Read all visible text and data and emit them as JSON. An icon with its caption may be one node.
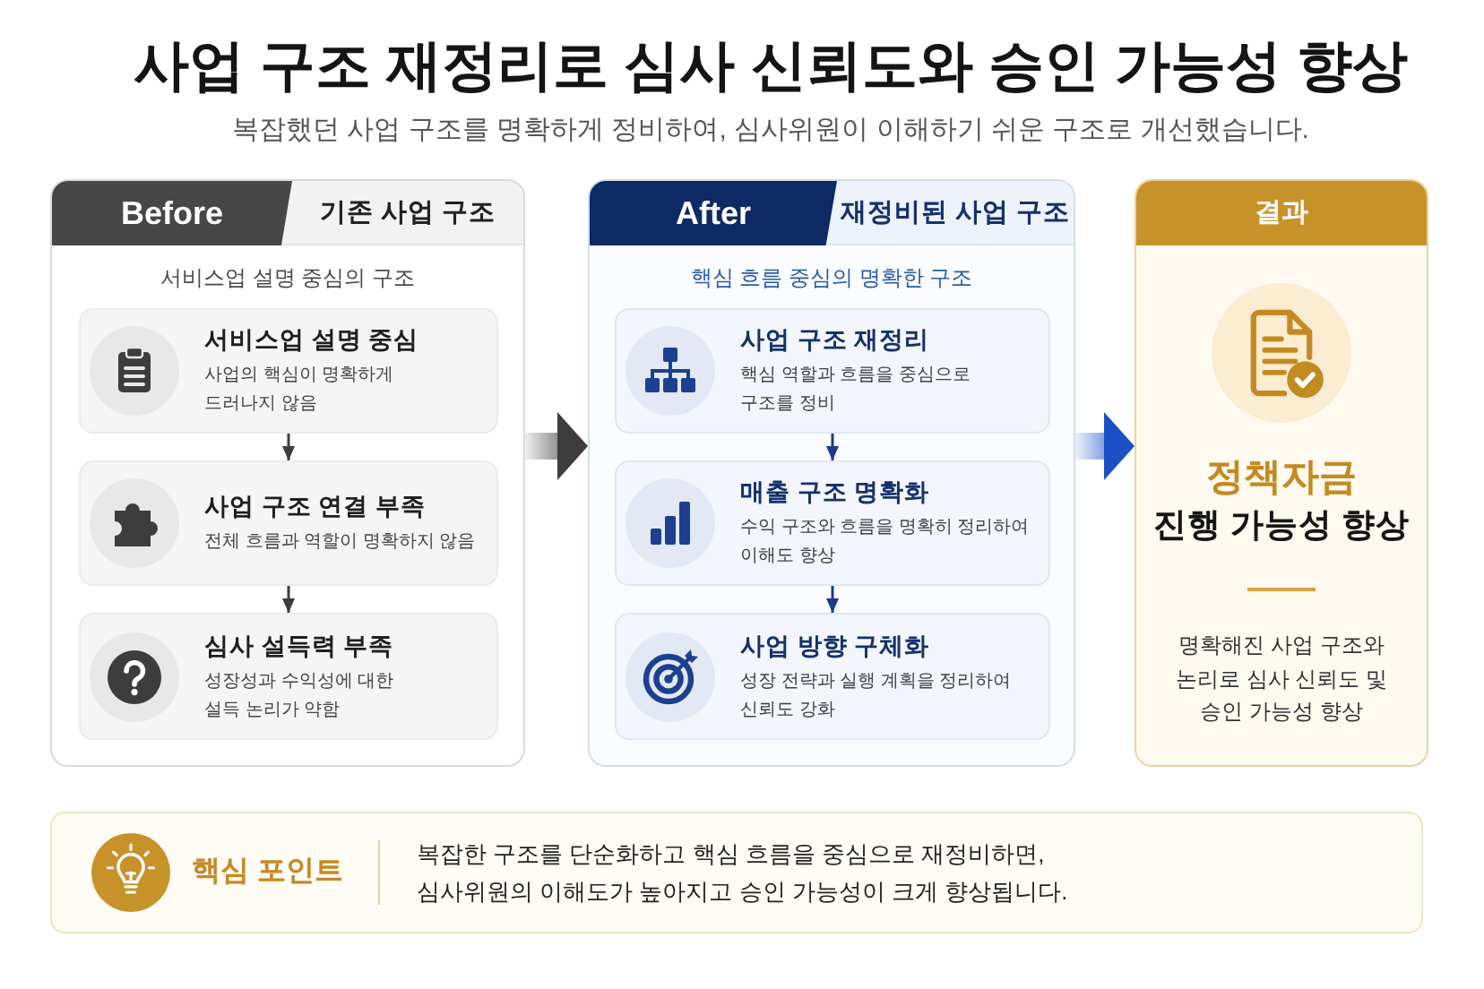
{
  "diagram": {
    "title": "사업 구조 재정리로 심사 신뢰도와 승인 가능성 향상",
    "nodes": [
      {
        "text": [
          "Before",
          "기존 사업 구조",
          "서비스업 설명 중심의 구조"
        ]
      },
      {
        "text": [
          "서비스업 설명 중심",
          "사업의 핵심이 명확하게 드러나지 않음"
        ],
        "in": 0
      },
      {
        "text": [
          "사업 구조 연결 부족",
          "전체 흐름과 역할이 명확하지 않음"
        ],
        "in": 0
      },
      {
        "text": [
          "심사 설득력 부족",
          "성장성과 수익성에 대한 설득 논리가 약함"
        ],
        "in": 0
      },
      {
        "text": [
          "After",
          "재정비된 사업 구조",
          "핵심 흐름 중심의 명확한 구조"
        ]
      },
      {
        "text": [
          "사업 구조 재정리",
          "핵심 역할과 흐름을 중심으로 구조를 정비"
        ],
        "in": 4
      },
      {
        "text": [
          "매출 구조 명확화",
          "수익 구조와 흐름을 명확히 정리하여 이해도 향상"
        ],
        "in": 4
      },
      {
        "text": [
          "사업 방향 구체화",
          "성장 전략과 실행 계획을 정리하여 신뢰도 강화"
        ],
        "in": 4
      },
      {
        "text": [
          "결과",
          "정책자금",
          "진행 가능성 향상",
          "명확해진 사업 구조와 논리로 심사 신뢰도 및 승인 가능성 향상"
        ]
      },
      {
        "text": [
          "핵심 포인트",
          "복잡한 구조를 단순화하고 핵심 흐름을 중심으로 재정비하면, 심사위원의 이해도가 높아지고 승인 가능성이 크게 향상됩니다."
        ]
      }
    ],
    "edges": [
      {
        "from": 1,
        "to": 2,
        "arrow": "to"
      },
      {
        "from": 2,
        "to": 3,
        "arrow": "to"
      },
      {
        "from": 5,
        "to": 6,
        "arrow": "to",
        "color": "#1e3a8a"
      },
      {
        "from": 6,
        "to": 7,
        "arrow": "to",
        "color": "#1e3a8a"
      },
      {
        "from": 0,
        "to": 4,
        "arrow": "to",
        "style": "thick"
      },
      {
        "from": 4,
        "to": 8,
        "arrow": "to",
        "style": "thick",
        "color": "#1d4fc4"
      }
    ],
    "labels": [
      "복잡했던 사업 구조를 명확하게 정비하여, 심사위원이 이해하기 쉬운 구조로 개선했습니다."
    ]
  }
}
